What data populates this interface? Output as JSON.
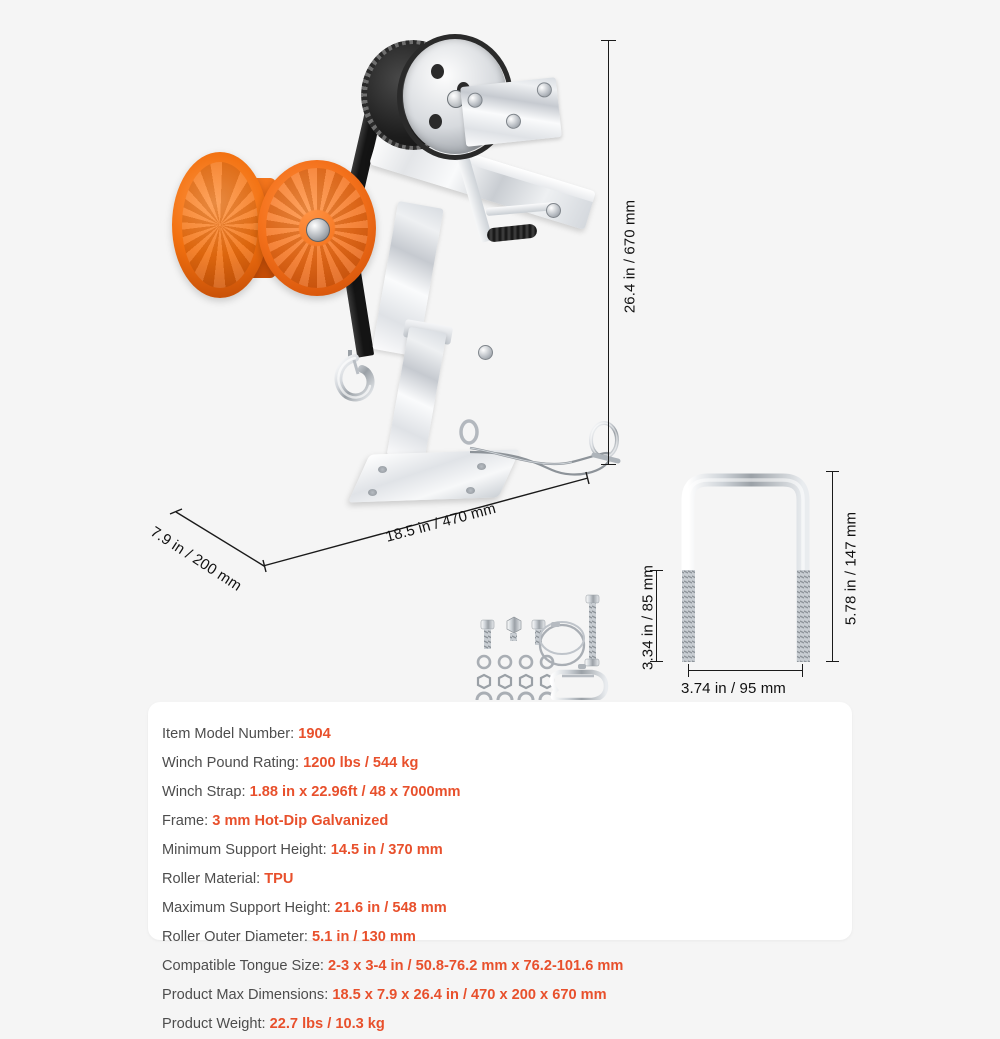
{
  "page": {
    "background": "#f5f5f5",
    "accent_color": "#e8502c",
    "label_color": "#4d4d4d",
    "roller_color": "#f2700f"
  },
  "dimensions": {
    "height": {
      "label": "26.4 in / 670 mm",
      "orientation": "vertical"
    },
    "length": {
      "label": "18.5 in / 470 mm",
      "orientation": "diagonal"
    },
    "depth": {
      "label": "7.9 in / 200 mm",
      "orientation": "diagonal"
    }
  },
  "ubolt_dimensions": {
    "thread_length": {
      "label": "3.34 in / 85 mm",
      "orientation": "vertical"
    },
    "total_height": {
      "label": "5.78 in / 147 mm",
      "orientation": "vertical"
    },
    "inner_width": {
      "label": "3.74 in / 95 mm",
      "orientation": "horizontal"
    }
  },
  "specs": {
    "left_column": [
      {
        "label": "Item Model Number:",
        "value": "1904"
      },
      {
        "label": "Winch Strap:",
        "value": "1.88 in x 22.96ft / 48 x 7000mm"
      },
      {
        "label": "Minimum Support Height:",
        "value": "14.5 in / 370 mm"
      },
      {
        "label": "Maximum Support Height:",
        "value": "21.6 in / 548 mm"
      }
    ],
    "right_column": [
      {
        "label": "Winch Pound Rating:",
        "value": "1200 lbs / 544 kg"
      },
      {
        "label": "Frame:",
        "value": "3 mm Hot-Dip Galvanized"
      },
      {
        "label": "Roller Material:",
        "value": "TPU"
      },
      {
        "label": "Roller Outer Diameter:",
        "value": "5.1 in / 130 mm"
      }
    ],
    "full_rows": [
      {
        "label": "Compatible Tongue Size:",
        "value": "2-3 x 3-4 in / 50.8-76.2 mm x 76.2-101.6 mm"
      },
      {
        "label": "Product Max Dimensions:",
        "value": "18.5 x 7.9 x 26.4 in / 470 x 200 x 670 mm"
      },
      {
        "label": "Product Weight:",
        "value": "22.7 lbs / 10.3 kg"
      }
    ]
  }
}
